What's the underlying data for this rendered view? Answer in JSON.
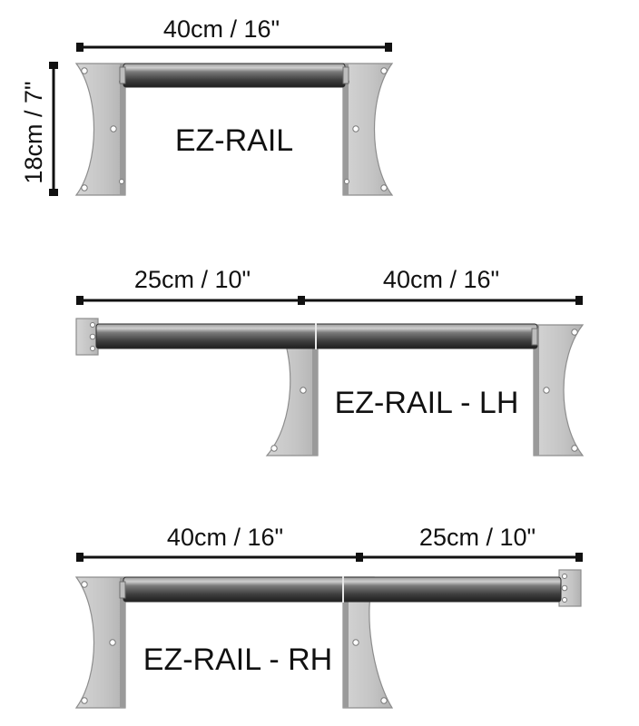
{
  "diagrams": [
    {
      "name": "EZ-RAIL",
      "width_label": "40cm / 16\"",
      "height_label": "18cm / 7\""
    },
    {
      "name": "EZ-RAIL - LH",
      "left_label": "25cm / 10\"",
      "right_label": "40cm / 16\""
    },
    {
      "name": "EZ-RAIL - RH",
      "left_label": "40cm / 16\"",
      "right_label": "25cm / 10\""
    }
  ],
  "colors": {
    "plate": "#c9c9c9",
    "bar": "#5a5a5a",
    "ink": "#111111"
  }
}
